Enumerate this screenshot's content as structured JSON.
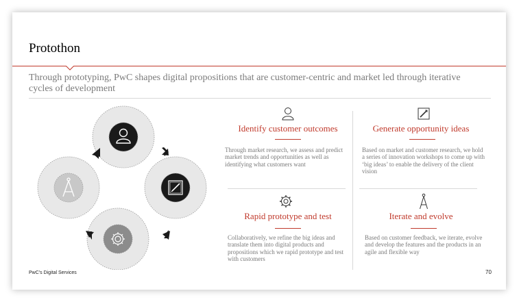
{
  "slide": {
    "title": "Protothon",
    "subtitle": "Through prototyping, PwC shapes digital propositions that are customer-centric and market led through iterative cycles of development",
    "footer": "PwC's Digital Services",
    "page_number": "70"
  },
  "cycle": {
    "nodes": [
      {
        "icon": "person-icon",
        "style": "dark"
      },
      {
        "icon": "pen-tablet-icon",
        "style": "dark"
      },
      {
        "icon": "gear-icon",
        "style": "grey"
      },
      {
        "icon": "compass-icon",
        "style": "light"
      }
    ]
  },
  "panels": [
    {
      "icon": "person-icon",
      "heading": "Identify customer outcomes",
      "text": "Through market research, we assess and predict market trends and opportunities as well as identifying what customers want"
    },
    {
      "icon": "pen-tablet-icon",
      "heading": "Generate opportunity ideas",
      "text": "Based on market and customer research, we hold a series of innovation workshops to come up with ‘big ideas’ to enable the delivery of the client vision"
    },
    {
      "icon": "gear-icon",
      "heading": "Rapid prototype and test",
      "text": "Collaboratively, we refine the big ideas and translate them into digital products and propositions which we rapid prototype and test with customers"
    },
    {
      "icon": "compass-icon",
      "heading": "Iterate and evolve",
      "text": "Based on customer feedback, we iterate, evolve and develop the features and the products in an agile and flexible way"
    }
  ],
  "colors": {
    "accent": "#c0392b",
    "muted_text": "#7a7a7a",
    "dark_node": "#1a1a1a",
    "grey_node": "#8c8c8c",
    "ring": "#e6e6e6"
  }
}
